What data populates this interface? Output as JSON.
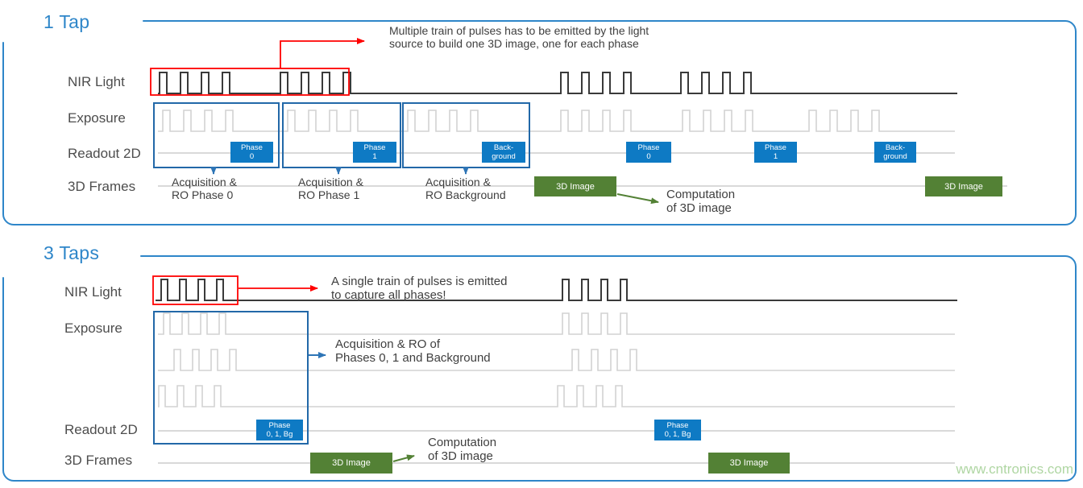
{
  "colors": {
    "panel_border_blue": "#2e86c9",
    "title_blue": "#2e86c9",
    "highlight_rect_blue": "#2268a8",
    "badge_blue": "#0e7ac4",
    "arrow_blue": "#2e75b6",
    "frame_green": "#538135",
    "highlight_red": "#ff0000",
    "nir_signal_dark": "#3a3a3a",
    "exposure_signal_gray": "#d2d2d2",
    "row_line_gray": "#d9d9d9",
    "text_gray": "#3f3f3f",
    "watermark_green": "#abd49e"
  },
  "panel_1tap": {
    "title": "1 Tap",
    "row_labels": {
      "nir": "NIR Light",
      "exposure": "Exposure",
      "readout": "Readout 2D",
      "frames": "3D Frames"
    },
    "annotation_pulses": "Multiple train of pulses has to be emitted by the light\nsource to build one 3D image, one for each phase",
    "readout_badges": [
      "Phase\n0",
      "Phase\n1",
      "Back-\nground",
      "Phase\n0",
      "Phase\n1",
      "Back-\nground"
    ],
    "acquisition_labels": [
      "Acquisition &\nRO Phase 0",
      "Acquisition &\nRO Phase 1",
      "Acquisition &\nRO Background"
    ],
    "frame_boxes": [
      "3D Image",
      "3D Image"
    ],
    "computation_label": "Computation\nof 3D image"
  },
  "panel_3taps": {
    "title": "3 Taps",
    "row_labels": {
      "nir": "NIR Light",
      "exposure": "Exposure",
      "readout": "Readout 2D",
      "frames": "3D Frames"
    },
    "annotation_pulses": "A single train of pulses is emitted\nto capture all phases!",
    "acquisition_label": "Acquisition & RO of\nPhases 0, 1 and Background",
    "readout_badges": [
      "Phase\n0, 1, Bg",
      "Phase\n0, 1, Bg"
    ],
    "frame_boxes": [
      "3D Image",
      "3D Image"
    ],
    "computation_label": "Computation\nof 3D image"
  },
  "watermark": "www.cntronics.com"
}
